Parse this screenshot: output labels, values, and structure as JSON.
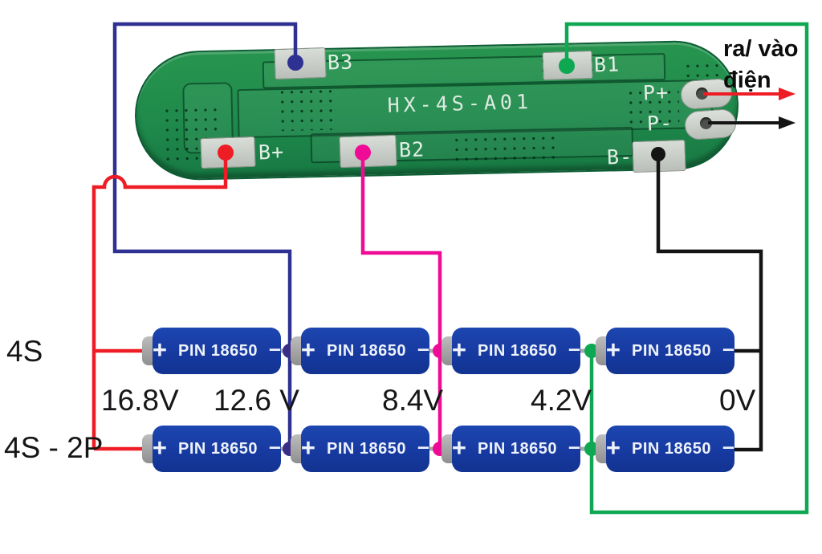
{
  "board": {
    "model": "HX-4S-A01",
    "pads": {
      "b3": "B3",
      "b1": "B1",
      "bplus": "B+",
      "b2": "B2",
      "bminus": "B-",
      "pplus": "P+",
      "pminus": "P-"
    }
  },
  "output_label": {
    "line1": "ra/ vào",
    "line2": "điện"
  },
  "rows": {
    "top": "4S",
    "bottom": "4S - 2P"
  },
  "battery": {
    "plus": "+",
    "label": "PIN 18650",
    "minus": "–"
  },
  "voltages": [
    "16.8V",
    "12.6 V",
    "8.4V",
    "4.2V",
    "0V"
  ],
  "colors": {
    "red": "#ee1c25",
    "navy": "#2e3192",
    "navy_dot": "#3a2d87",
    "magenta": "#ef0b95",
    "green": "#0fa852",
    "black": "#141414",
    "gray": "#a8a8a8",
    "battery_blue": "#16399f",
    "board_green": "#1f8a4b",
    "pad_silver": "#c9cdc8"
  }
}
